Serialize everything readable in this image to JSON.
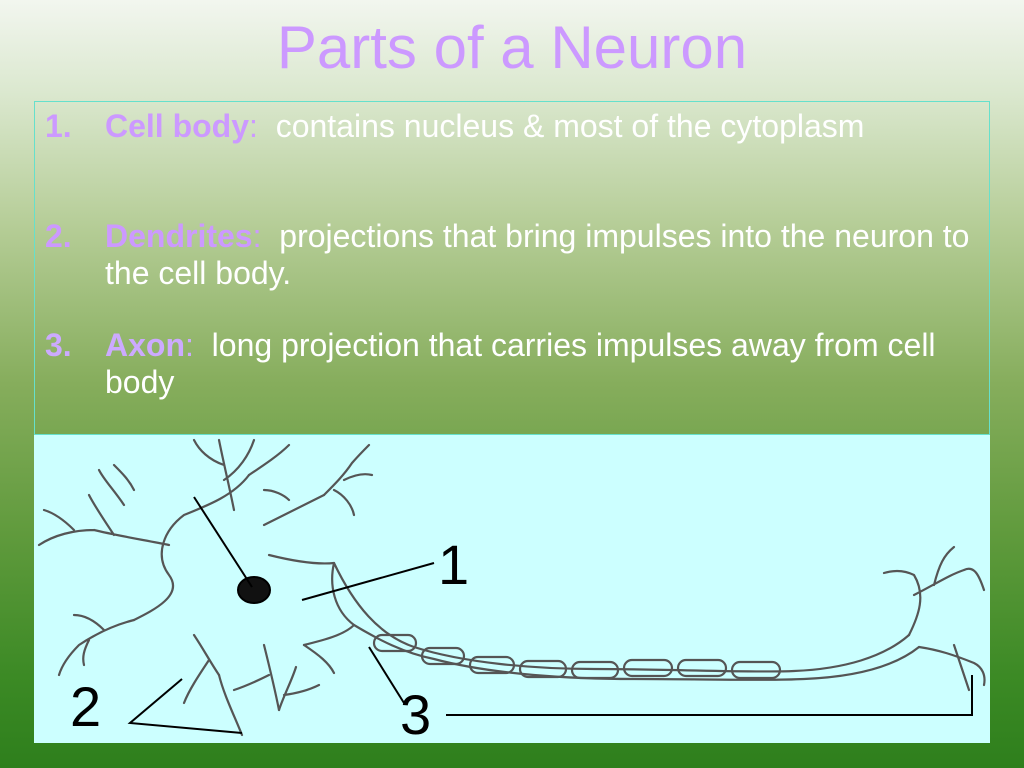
{
  "title": "Parts of a Neuron",
  "items": [
    {
      "number": "1.",
      "term": "Cell body",
      "colon": ":",
      "desc": "  contains nucleus & most of the cytoplasm",
      "color": "#cc99ff"
    },
    {
      "number": "2.",
      "term": "Dendrites",
      "colon": ":",
      "desc": "  projections that bring impulses into the neuron to the cell body.",
      "color": "#cc99ff"
    },
    {
      "number": "3.",
      "term": "Axon",
      "colon": ":",
      "desc": "  long projection that carries impulses away from cell body",
      "color": "#ccaaff"
    }
  ],
  "diagram": {
    "labels": {
      "cell_body": "1",
      "dendrites": "2",
      "axon": "3"
    }
  },
  "colors": {
    "title": "#cc99ff",
    "term": "#cc99ff",
    "diagram_bg": "#ccffff",
    "box_border": "#66e0cc"
  }
}
